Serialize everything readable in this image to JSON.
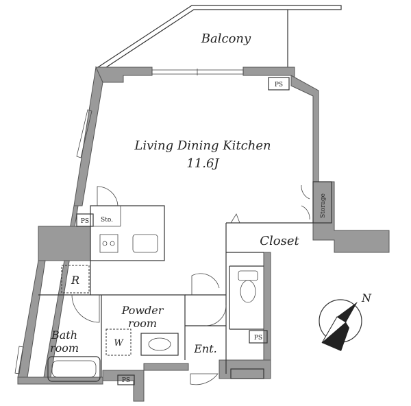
{
  "rooms": {
    "balcony": "Balcony",
    "ldk": "Living Dining Kitchen",
    "ldk_size": "11.6J",
    "closet": "Closet",
    "storage": "Storage",
    "powder_line1": "Powder",
    "powder_line2": "room",
    "bath_line1": "Bath",
    "bath_line2": "room",
    "entrance": "Ent."
  },
  "fixtures": {
    "ps": "PS",
    "storage_short": "Sto.",
    "refrigerator": "R",
    "washer": "W"
  },
  "compass": {
    "north": "N"
  },
  "colors": {
    "wall": "#9a9a9a",
    "line": "#333333"
  }
}
